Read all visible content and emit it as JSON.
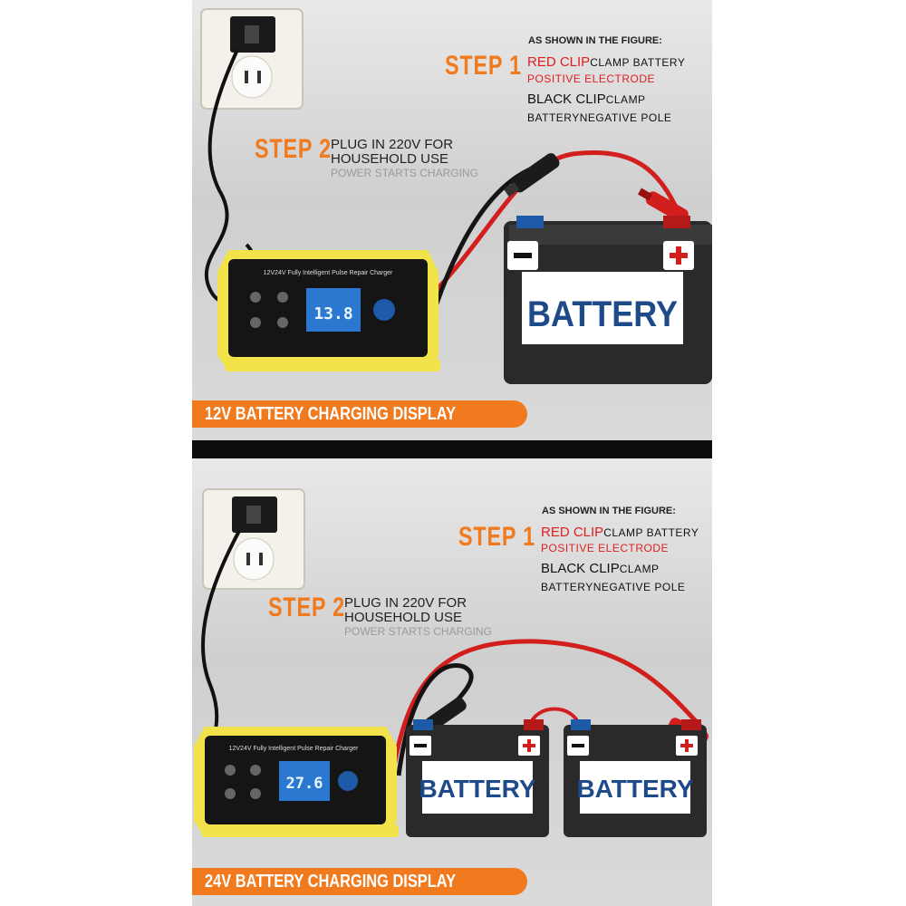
{
  "panels": [
    {
      "step1_label": "STEP 1",
      "figure_heading": "AS SHOWN IN THE FIGURE:",
      "red_clip": "RED CLIP",
      "clamp_battery": "CLAMP BATTERY",
      "positive_electrode": "POSITIVE ELECTRODE",
      "black_clip": "BLACK CLIP",
      "clamp": "CLAMP",
      "battery_word": "BATTERY",
      "negative_pole": "NEGATIVE POLE",
      "step2_label": "STEP 2",
      "plug_line1": "PLUG IN 220V FOR",
      "plug_line2": "HOUSEHOLD USE",
      "power_starts": "POWER STARTS CHARGING",
      "charger_title": "12V24V Fully Intelligent Pulse Repair Charger",
      "display_value": "13.8",
      "battery_label": "BATTERY",
      "caption": "12V BATTERY CHARGING DISPLAY"
    },
    {
      "step1_label": "STEP 1",
      "figure_heading": "AS SHOWN IN THE FIGURE:",
      "red_clip": "RED CLIP",
      "clamp_battery": "CLAMP BATTERY",
      "positive_electrode": "POSITIVE ELECTRODE",
      "black_clip": "BLACK CLIP",
      "clamp": "CLAMP",
      "battery_word": "BATTERY",
      "negative_pole": "NEGATIVE POLE",
      "step2_label": "STEP 2",
      "plug_line1": "PLUG IN 220V FOR",
      "plug_line2": "HOUSEHOLD USE",
      "power_starts": "POWER STARTS CHARGING",
      "charger_title": "12V24V Fully Intelligent Pulse Repair Charger",
      "display_value": "27.6",
      "battery_label": "BATTERY",
      "battery_label_2": "BATTERY",
      "caption": "24V BATTERY CHARGING DISPLAY"
    }
  ],
  "colors": {
    "accent_orange": "#f07a1d",
    "clip_red": "#e01e1e",
    "charger_yellow": "#f2e34a",
    "battery_text": "#1f4a8a"
  },
  "icons": [
    "wall-socket-icon",
    "minus-sign-icon",
    "plus-sign-icon",
    "charger-device-icon",
    "battery-icon"
  ]
}
